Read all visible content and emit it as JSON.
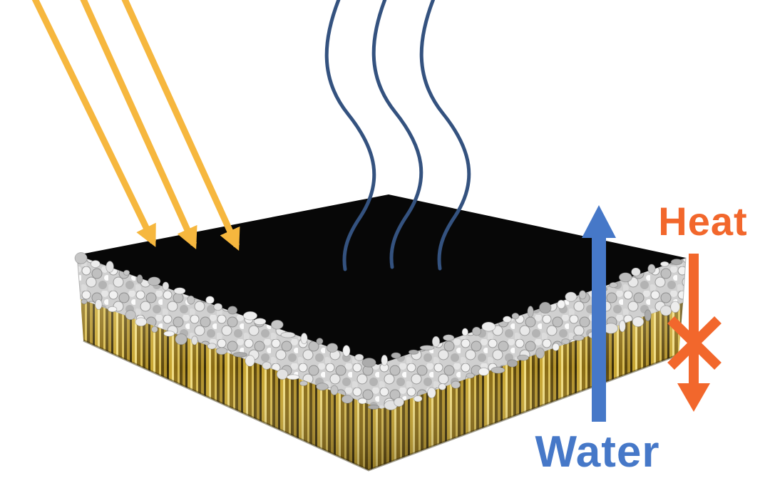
{
  "diagram": {
    "labels": {
      "heat": "Heat",
      "water": "Water"
    },
    "colors": {
      "background": "#ffffff",
      "sunlight": "#f6b73e",
      "vapor": "#34527f",
      "water": "#4678c8",
      "heat": "#f2672c",
      "absorber": "#070707",
      "foam": "#d0d0d0",
      "gold": "#9c7c1b"
    },
    "counts": {
      "sunlight_rays": 3,
      "vapor_streams": 3
    }
  }
}
